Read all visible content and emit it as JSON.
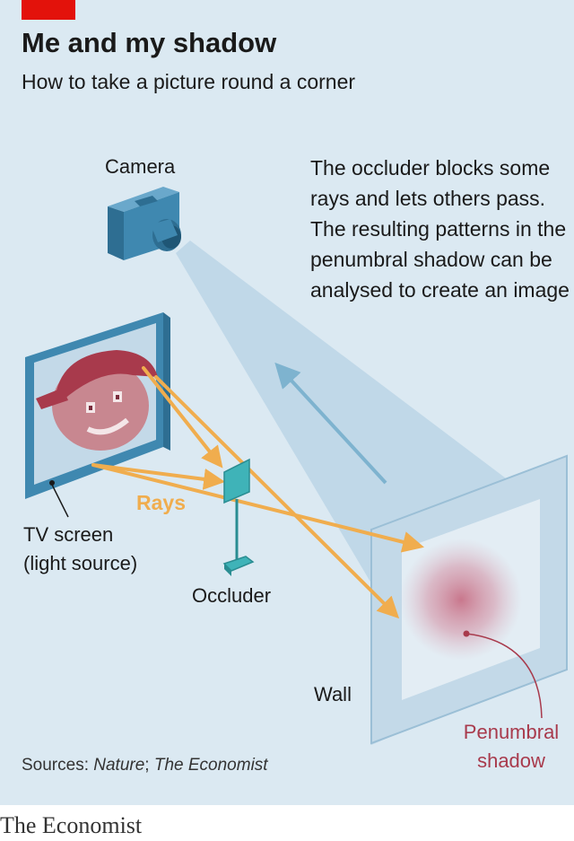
{
  "header": {
    "title": "Me and my shadow",
    "subtitle": "How to take a picture round a corner"
  },
  "labels": {
    "camera": "Camera",
    "explanation": "The occluder blocks some rays and lets others pass. The resulting patterns in the penumbral shadow can be analysed to create an image",
    "rays": "Rays",
    "tv_line1": "TV screen",
    "tv_line2": "(light source)",
    "occluder": "Occluder",
    "wall": "Wall",
    "penumbral_line1": "Penumbral",
    "penumbral_line2": "shadow"
  },
  "footer": {
    "sources_prefix": "Sources: ",
    "sources_1": "Nature",
    "sources_sep": "; ",
    "sources_2": "The Economist",
    "brand": "The Economist"
  },
  "colors": {
    "accent_red": "#e3120b",
    "background": "#dbe9f2",
    "rays": "#f0ad4e",
    "penumbral": "#a83a4c",
    "device_blue": "#3f88b0",
    "occluder_teal": "#3fb3b8"
  },
  "icons": [
    "camera-icon",
    "tv-screen-icon",
    "occluder-icon",
    "arrow-icon"
  ]
}
